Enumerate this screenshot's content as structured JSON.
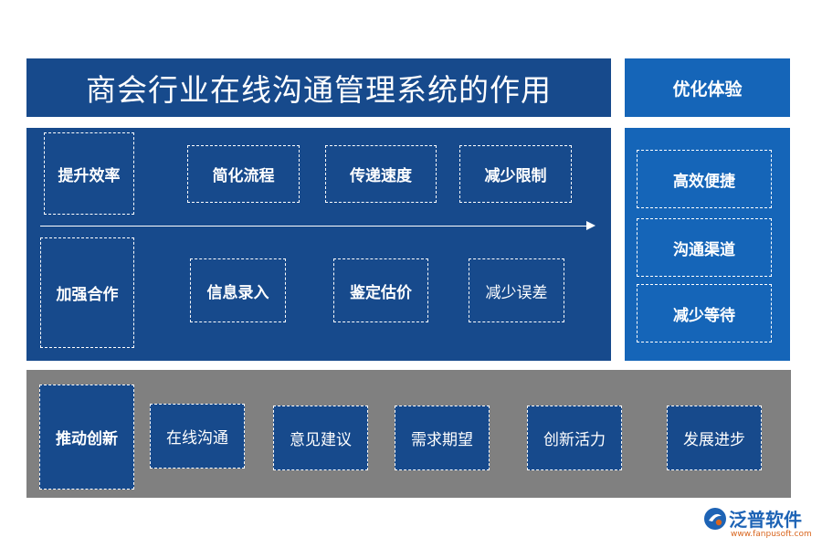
{
  "title": "商会行业在线沟通管理系统的作用",
  "side_header": "优化体验",
  "main_panel": {
    "row1": {
      "label": "提升效率",
      "items": [
        "简化流程",
        "传递速度",
        "减少限制"
      ]
    },
    "row2": {
      "label": "加强合作",
      "items": [
        "信息录入",
        "鉴定估价",
        "减少误差"
      ]
    }
  },
  "side_panel": {
    "items": [
      "高效便捷",
      "沟通渠道",
      "减少等待"
    ]
  },
  "bottom_panel": {
    "label": "推动创新",
    "items": [
      "在线沟通",
      "意见建议",
      "需求期望",
      "创新活力",
      "发展进步"
    ]
  },
  "logo": {
    "name": "泛普软件",
    "url": "www.fanpusoft.com"
  },
  "colors": {
    "dark_blue": "#174a8c",
    "medium_blue": "#1565b8",
    "gray": "#808080",
    "logo_blue": "#1d63b5",
    "logo_orange": "#d9661f"
  }
}
